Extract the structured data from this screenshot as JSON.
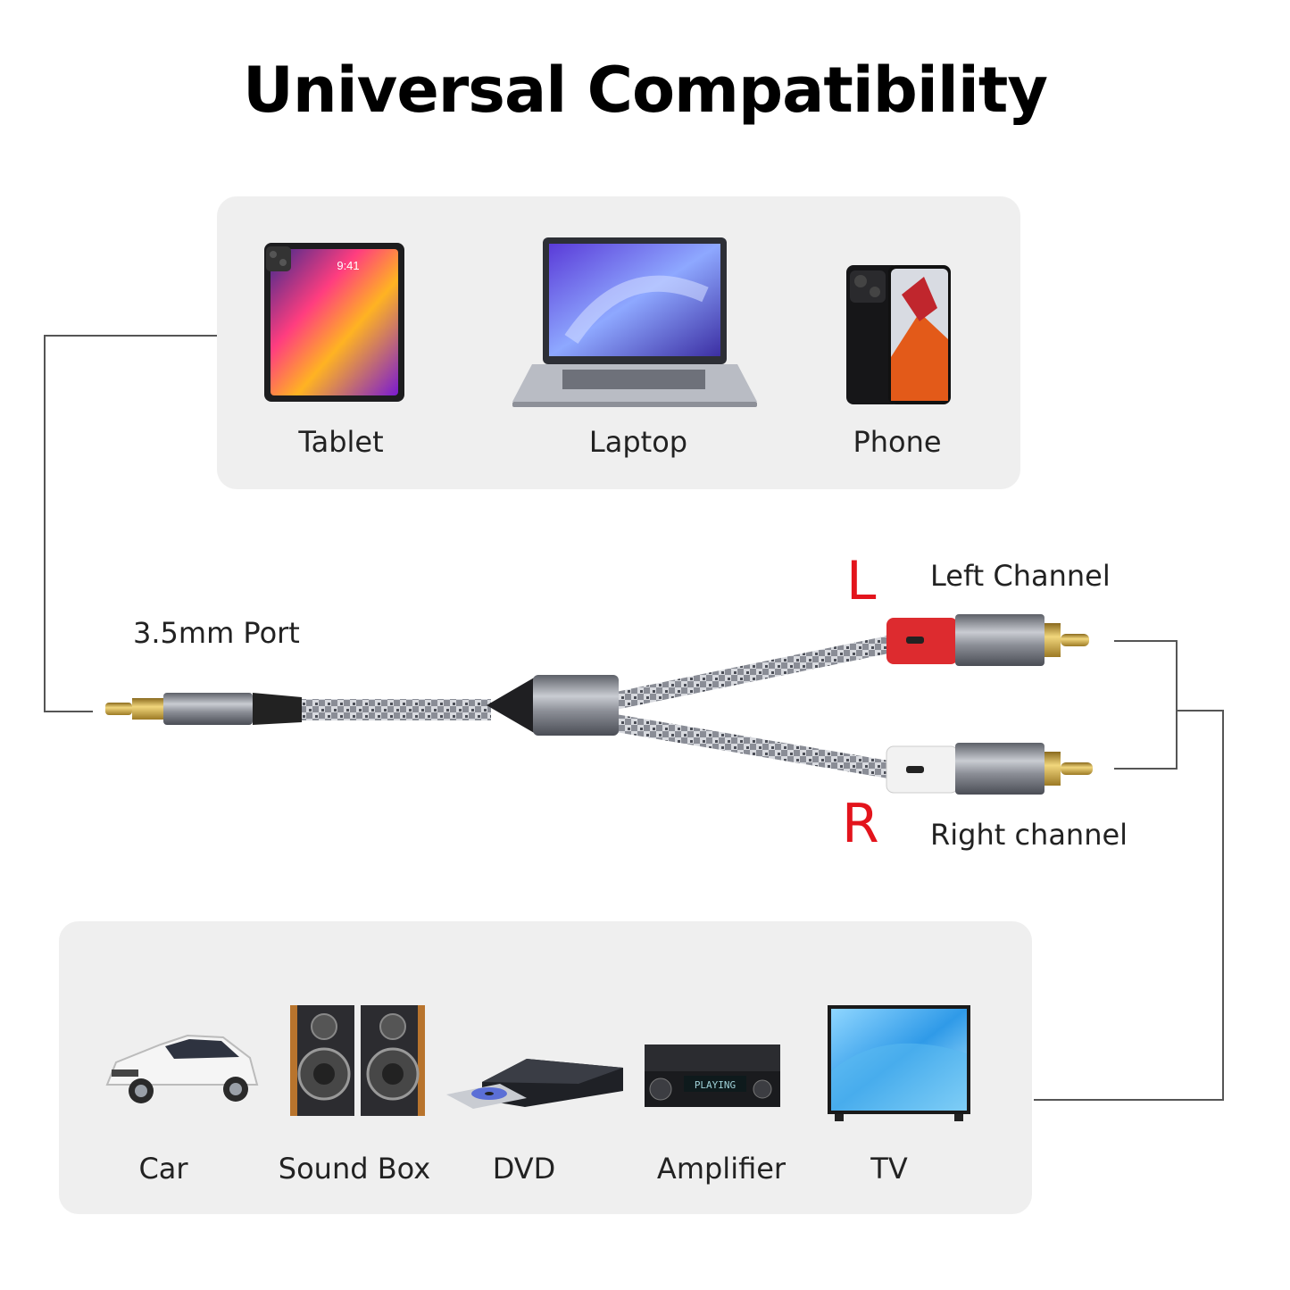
{
  "title": "Universal Compatibility",
  "top_devices": [
    {
      "label": "Tablet",
      "icon": "tablet-icon"
    },
    {
      "label": "Laptop",
      "icon": "laptop-icon"
    },
    {
      "label": "Phone",
      "icon": "phone-icon"
    }
  ],
  "cable": {
    "port_label": "3.5mm Port",
    "left_letter": "L",
    "left_label": "Left Channel",
    "right_letter": "R",
    "right_label": "Right channel"
  },
  "bottom_devices": [
    {
      "label": "Car",
      "icon": "car-icon"
    },
    {
      "label": "Sound Box",
      "icon": "speakers-icon"
    },
    {
      "label": "DVD",
      "icon": "dvd-player-icon"
    },
    {
      "label": "Amplifier",
      "icon": "amplifier-icon"
    },
    {
      "label": "TV",
      "icon": "tv-icon"
    }
  ],
  "amplifier_display": "PLAYING",
  "tablet_time": "9:41",
  "colors": {
    "accent_red": "#e3141c",
    "panel_bg": "#efefef",
    "cable_gray": "#8a8d96"
  }
}
